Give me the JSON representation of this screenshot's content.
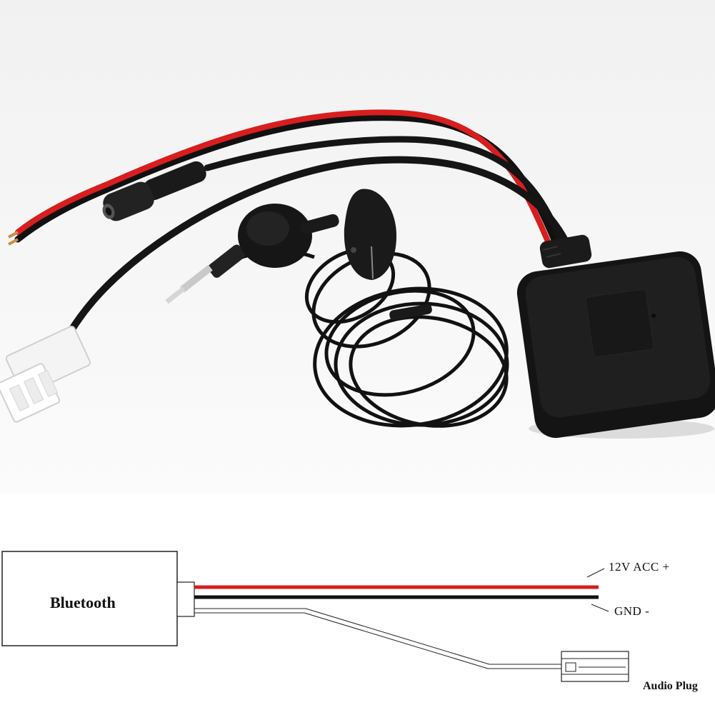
{
  "diagram": {
    "module_label": "Bluetooth",
    "wire_acc_label": "12V ACC +",
    "wire_gnd_label": "GND -",
    "plug_label": "Audio Plug"
  },
  "colors": {
    "red_wire": "#d81e1e",
    "black_wire": "#111111",
    "connector": "#f2f2f2"
  }
}
